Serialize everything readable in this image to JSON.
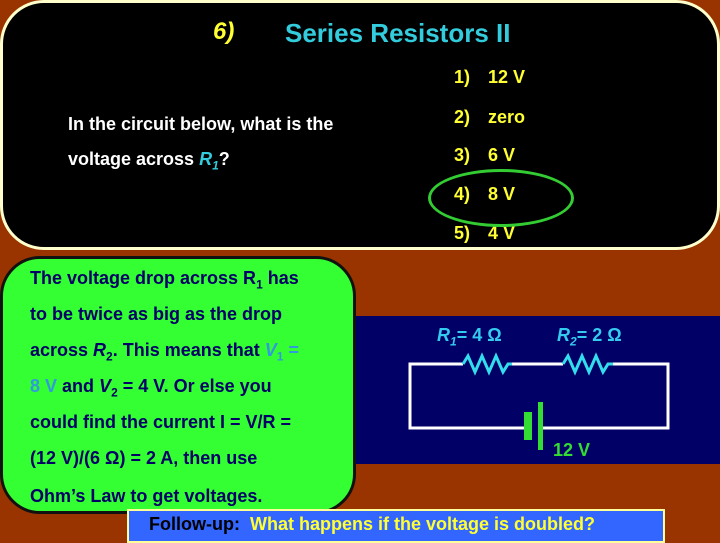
{
  "header": {
    "number": "6)",
    "title": "Series Resistors II"
  },
  "question": {
    "line1": "In the circuit below, what is the",
    "line2_prefix": "voltage across ",
    "var": "R",
    "sub": "1",
    "suffix": "?"
  },
  "answers": [
    {
      "num": "1)",
      "text": "12 V"
    },
    {
      "num": "2)",
      "text": "zero"
    },
    {
      "num": "3)",
      "text": "6 V"
    },
    {
      "num": "4)",
      "text": "8 V",
      "correct": true
    },
    {
      "num": "5)",
      "text": "4 V"
    }
  ],
  "explanation": {
    "l1a": "The voltage drop across R",
    "l1sub": "1",
    "l1b": " has",
    "l2": "to be twice as big as the drop",
    "l3a": "across ",
    "l3var": "R",
    "l3sub": "2",
    "l3b": ".  This means that ",
    "l3v": "V",
    "l3vsub": "1",
    "l3eq": " =",
    "l4a": "8 V",
    "l4b": " and ",
    "l4v": "V",
    "l4vsub": "2",
    "l4c": " = 4 V. Or else you",
    "l5": "could find the current  I = V/R =",
    "l6": "(12 V)/(6 Ω) = 2 A, then use",
    "l7": "Ohm’s Law to get voltages."
  },
  "circuit": {
    "r1_label": "R",
    "r1_sub": "1",
    "r1_value": "= 4 Ω",
    "r2_label": "R",
    "r2_sub": "2",
    "r2_value": "= 2 Ω",
    "battery": "12 V"
  },
  "followup": {
    "label": "Follow-up:",
    "text": "What happens if the voltage is doubled?"
  },
  "colors": {
    "background": "#993300",
    "panel": "#000000",
    "title": "#33ccdd",
    "answers": "#ffff33",
    "explanation_box": "#33ff33",
    "circuit_bg": "#000066",
    "followup_bg": "#3366ff"
  }
}
